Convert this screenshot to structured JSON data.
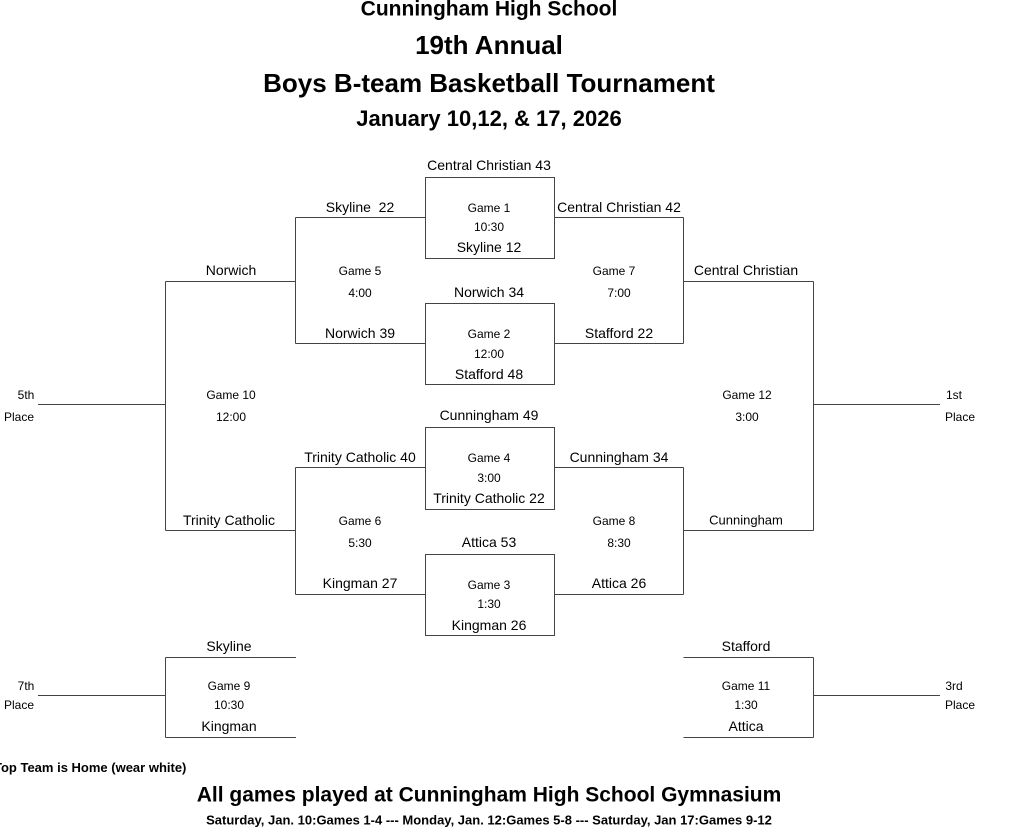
{
  "header": {
    "school": "Cunningham High School",
    "annual": "19th Annual",
    "title": "Boys B-team Basketball Tournament",
    "dates": "January 10,12, & 17, 2026"
  },
  "games": {
    "g1": {
      "label": "Game 1",
      "time": "10:30",
      "top": "Central Christian 43",
      "bottom": "Skyline 12"
    },
    "g2": {
      "label": "Game 2",
      "time": "12:00",
      "top": "Norwich 34",
      "bottom": "Stafford 48"
    },
    "g3": {
      "label": "Game 3",
      "time": "1:30",
      "top": "Attica 53",
      "bottom": "Kingman 26"
    },
    "g4": {
      "label": "Game 4",
      "time": "3:00",
      "top": "Cunningham 49",
      "bottom": "Trinity Catholic 22"
    },
    "g5": {
      "label": "Game 5",
      "time": "4:00",
      "top": "Skyline  22",
      "bottom": "Norwich 39"
    },
    "g6": {
      "label": "Game 6",
      "time": "5:30",
      "top": "Trinity Catholic 40",
      "bottom": "Kingman 27"
    },
    "g7": {
      "label": "Game 7",
      "time": "7:00",
      "top": "Central Christian 42",
      "bottom": "Stafford 22"
    },
    "g8": {
      "label": "Game 8",
      "time": "8:30",
      "top": "Cunningham 34",
      "bottom": "Attica 26"
    },
    "g9": {
      "label": "Game 9",
      "time": "10:30",
      "top": "Skyline",
      "bottom": "Kingman"
    },
    "g10": {
      "label": "Game 10",
      "time": "12:00",
      "top": "Norwich",
      "bottom": "Trinity Catholic"
    },
    "g11": {
      "label": "Game 11",
      "time": "1:30",
      "top": "Stafford",
      "bottom": "Attica"
    },
    "g12": {
      "label": "Game 12",
      "time": "3:00",
      "top": "Central Christian",
      "bottom": "Cunningham"
    }
  },
  "places": {
    "fifth": {
      "rank": "5th",
      "word": "Place"
    },
    "first": {
      "rank": "1st",
      "word": "Place"
    },
    "seventh": {
      "rank": "7th",
      "word": "Place"
    },
    "third": {
      "rank": "3rd",
      "word": "Place"
    }
  },
  "footer": {
    "home_note": "Top Team is Home (wear white)",
    "venue": "All games played at Cunningham High School Gymnasium",
    "schedule": "Saturday, Jan. 10:Games 1-4 --- Monday, Jan. 12:Games 5-8 --- Saturday, Jan 17:Games 9-12"
  }
}
